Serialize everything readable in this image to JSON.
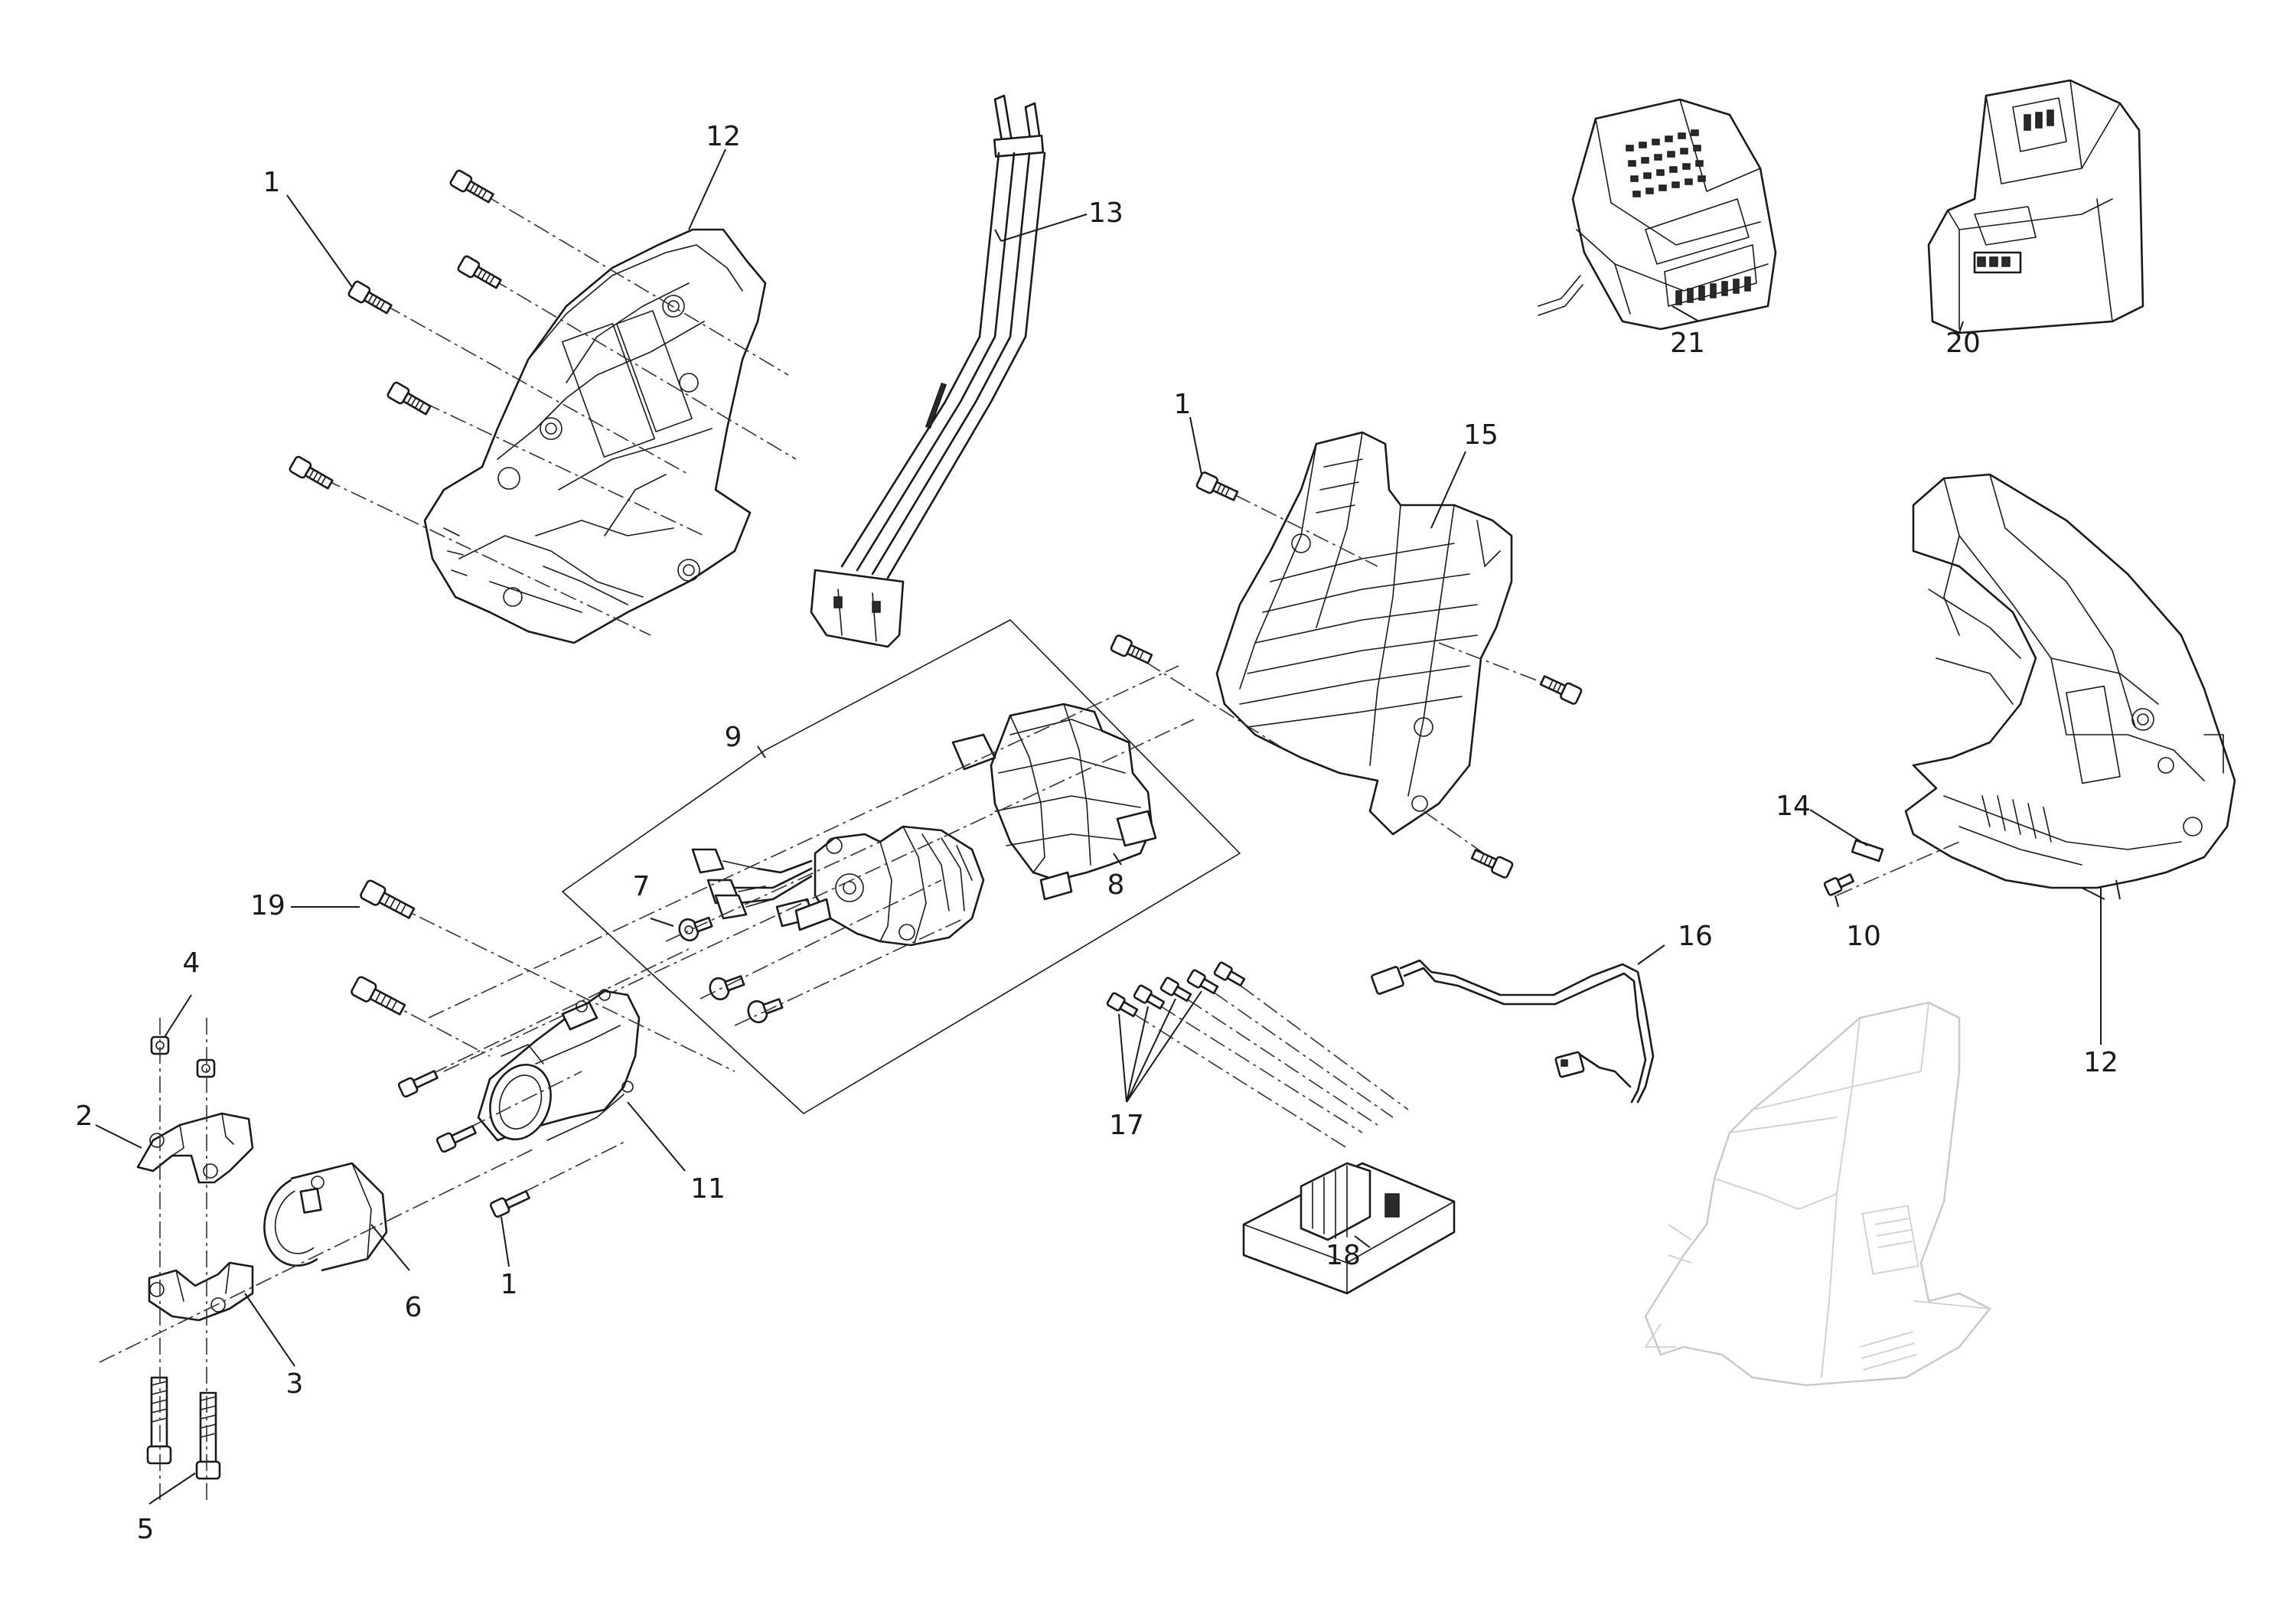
{
  "callouts": {
    "c1a": "1",
    "c1b": "1",
    "c1c": "1",
    "c2": "2",
    "c3": "3",
    "c4": "4",
    "c5": "5",
    "c6": "6",
    "c7": "7",
    "c8": "8",
    "c9": "9",
    "c10": "10",
    "c11": "11",
    "c12a": "12",
    "c12b": "12",
    "c13": "13",
    "c14": "14",
    "c15": "15",
    "c16": "16",
    "c17": "17",
    "c18": "18",
    "c19": "19",
    "c20": "20",
    "c21": "21"
  },
  "colors": {
    "line": "#1a1a1a",
    "ghost": "#c8c8c8",
    "background": "#ffffff"
  }
}
